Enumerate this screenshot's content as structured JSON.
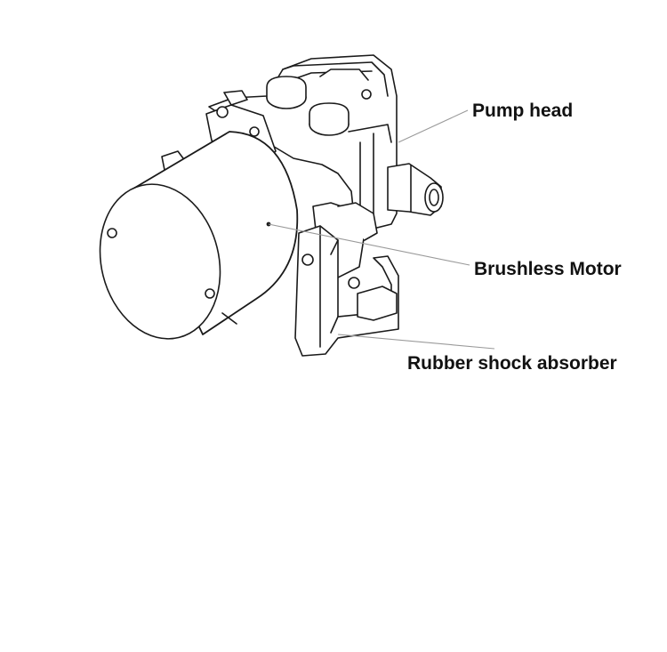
{
  "labels": {
    "pump_head": "Pump head",
    "brushless_motor": "Brushless Motor",
    "rubber_shock_absorber": "Rubber shock absorber"
  },
  "colors": {
    "line": "#1a1a1a",
    "leader": "#9a9a9a",
    "fill": "#ffffff",
    "background": "#ffffff"
  }
}
